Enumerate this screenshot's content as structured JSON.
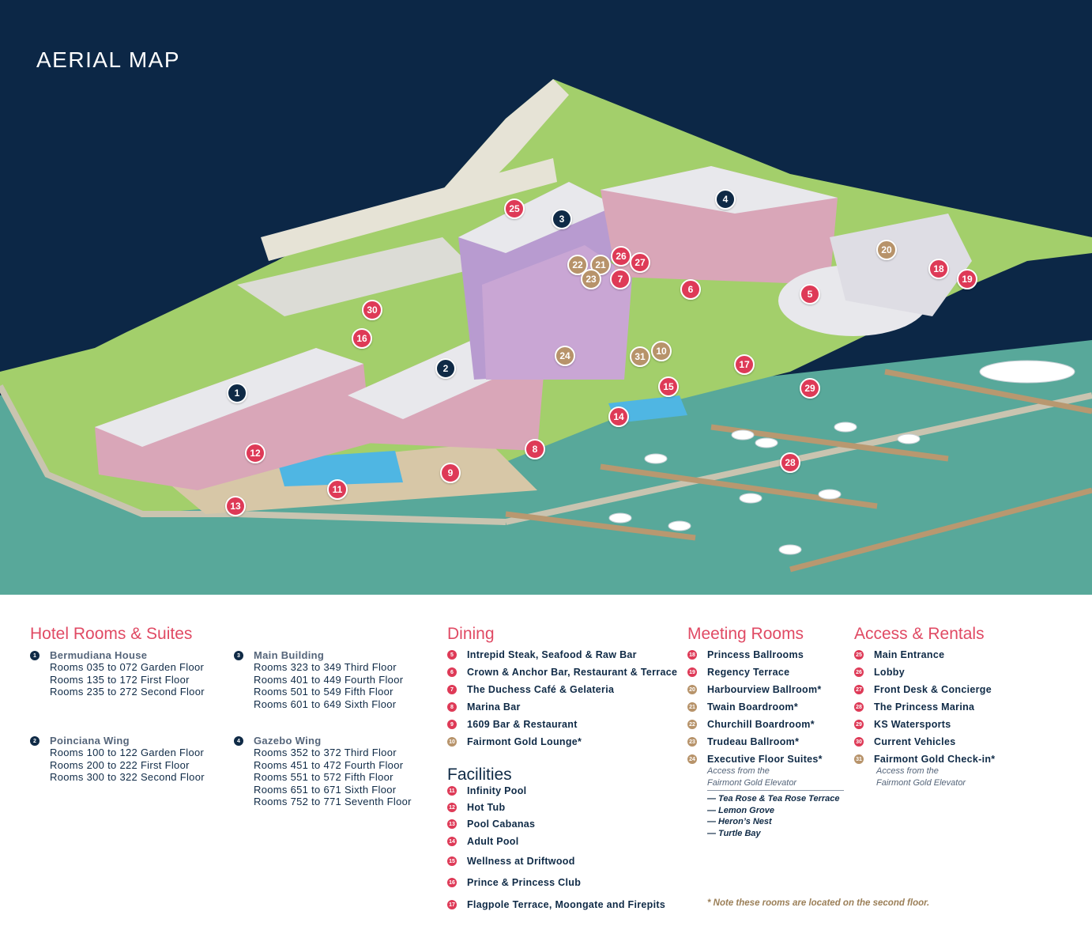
{
  "map": {
    "title": "AERIAL MAP",
    "colors": {
      "sky": "#0c2746",
      "water": "#58a89a",
      "grass": "#a3cf6b",
      "buildings": "#d9a6b8",
      "roof": "#e8e8ec",
      "red_marker": "#de3a57",
      "gold_marker": "#b7936a",
      "navy_marker": "#0f2a46"
    },
    "markers": [
      {
        "n": "1",
        "kind": "navy"
      },
      {
        "n": "2",
        "kind": "navy"
      },
      {
        "n": "3",
        "kind": "navy"
      },
      {
        "n": "4",
        "kind": "navy"
      },
      {
        "n": "5",
        "kind": "red"
      },
      {
        "n": "6",
        "kind": "red"
      },
      {
        "n": "7",
        "kind": "red"
      },
      {
        "n": "8",
        "kind": "red"
      },
      {
        "n": "9",
        "kind": "red"
      },
      {
        "n": "10",
        "kind": "gold"
      },
      {
        "n": "11",
        "kind": "red"
      },
      {
        "n": "12",
        "kind": "red"
      },
      {
        "n": "13",
        "kind": "red"
      },
      {
        "n": "14",
        "kind": "red"
      },
      {
        "n": "15",
        "kind": "red"
      },
      {
        "n": "16",
        "kind": "red"
      },
      {
        "n": "17",
        "kind": "red"
      },
      {
        "n": "18",
        "kind": "red"
      },
      {
        "n": "19",
        "kind": "red"
      },
      {
        "n": "20",
        "kind": "gold"
      },
      {
        "n": "21",
        "kind": "gold"
      },
      {
        "n": "22",
        "kind": "gold"
      },
      {
        "n": "23",
        "kind": "gold"
      },
      {
        "n": "24",
        "kind": "gold"
      },
      {
        "n": "25",
        "kind": "red"
      },
      {
        "n": "26",
        "kind": "red"
      },
      {
        "n": "27",
        "kind": "red"
      },
      {
        "n": "28",
        "kind": "red"
      },
      {
        "n": "29",
        "kind": "red"
      },
      {
        "n": "30",
        "kind": "red"
      },
      {
        "n": "31",
        "kind": "gold"
      }
    ]
  },
  "legend": {
    "hotel_rooms": {
      "title": "Hotel Rooms & Suites",
      "groups": [
        {
          "n": "1",
          "name": "Bermudiana House",
          "lines": [
            "Rooms 035 to 072 Garden Floor",
            "Rooms 135 to 172 First Floor",
            "Rooms 235 to 272 Second Floor"
          ]
        },
        {
          "n": "2",
          "name": "Poinciana Wing",
          "lines": [
            "Rooms 100 to 122 Garden Floor",
            "Rooms 200 to 222 First Floor",
            "Rooms 300 to 322 Second Floor"
          ]
        },
        {
          "n": "3",
          "name": "Main Building",
          "lines": [
            "Rooms 323 to 349 Third Floor",
            "Rooms 401 to 449 Fourth Floor",
            "Rooms 501 to 549 Fifth Floor",
            "Rooms 601 to 649 Sixth Floor"
          ]
        },
        {
          "n": "4",
          "name": "Gazebo Wing",
          "lines": [
            "Rooms 352 to 372 Third Floor",
            "Rooms 451 to 472 Fourth Floor",
            "Rooms 551 to 572 Fifth Floor",
            "Rooms 651 to 671 Sixth Floor",
            "Rooms 752 to 771 Seventh Floor"
          ]
        }
      ]
    },
    "dining": {
      "title": "Dining",
      "items": [
        {
          "n": "5",
          "kind": "red",
          "label": "Intrepid Steak, Seafood & Raw Bar"
        },
        {
          "n": "6",
          "kind": "red",
          "label": "Crown & Anchor Bar, Restaurant & Terrace"
        },
        {
          "n": "7",
          "kind": "red",
          "label": "The Duchess Café & Gelateria"
        },
        {
          "n": "8",
          "kind": "red",
          "label": "Marina Bar"
        },
        {
          "n": "9",
          "kind": "red",
          "label": "1609 Bar & Restaurant"
        },
        {
          "n": "10",
          "kind": "gold",
          "label": "Fairmont Gold Lounge*"
        }
      ]
    },
    "facilities": {
      "title": "Facilities",
      "items": [
        {
          "n": "11",
          "kind": "red",
          "label": "Infinity Pool"
        },
        {
          "n": "12",
          "kind": "red",
          "label": "Hot Tub"
        },
        {
          "n": "13",
          "kind": "red",
          "label": "Pool Cabanas"
        },
        {
          "n": "14",
          "kind": "red",
          "label": "Adult Pool"
        },
        {
          "n": "15",
          "kind": "red",
          "label": "Wellness at Driftwood"
        },
        {
          "n": "16",
          "kind": "red",
          "label": "Prince & Princess Club"
        },
        {
          "n": "17",
          "kind": "red",
          "label": "Flagpole Terrace, Moongate and Firepits"
        }
      ]
    },
    "meeting": {
      "title": "Meeting Rooms",
      "items": [
        {
          "n": "18",
          "kind": "red",
          "label": "Princess Ballrooms"
        },
        {
          "n": "19",
          "kind": "red",
          "label": "Regency Terrace"
        },
        {
          "n": "20",
          "kind": "gold",
          "label": "Harbourview Ballroom*"
        },
        {
          "n": "21",
          "kind": "gold",
          "label": "Twain Boardroom*"
        },
        {
          "n": "22",
          "kind": "gold",
          "label": "Churchill Boardroom*"
        },
        {
          "n": "23",
          "kind": "gold",
          "label": "Trudeau Ballroom*"
        },
        {
          "n": "24",
          "kind": "gold",
          "label": "Executive Floor Suites*"
        }
      ],
      "access_note": [
        "Access from the",
        "Fairmont Gold Elevator"
      ],
      "suites": [
        "— Tea Rose & Tea Rose Terrace",
        "— Lemon Grove",
        "— Heron’s Nest",
        "— Turtle Bay"
      ]
    },
    "access": {
      "title": "Access & Rentals",
      "items": [
        {
          "n": "25",
          "kind": "red",
          "label": "Main Entrance"
        },
        {
          "n": "26",
          "kind": "red",
          "label": "Lobby"
        },
        {
          "n": "27",
          "kind": "red",
          "label": "Front Desk & Concierge"
        },
        {
          "n": "28",
          "kind": "red",
          "label": "The Princess Marina"
        },
        {
          "n": "29",
          "kind": "red",
          "label": "KS Watersports"
        },
        {
          "n": "30",
          "kind": "red",
          "label": "Current Vehicles"
        },
        {
          "n": "31",
          "kind": "gold",
          "label": "Fairmont Gold Check-in*"
        }
      ],
      "access_note": [
        "Access from the",
        "Fairmont Gold Elevator"
      ]
    },
    "footnote": "* Note these rooms are located on the second floor."
  }
}
